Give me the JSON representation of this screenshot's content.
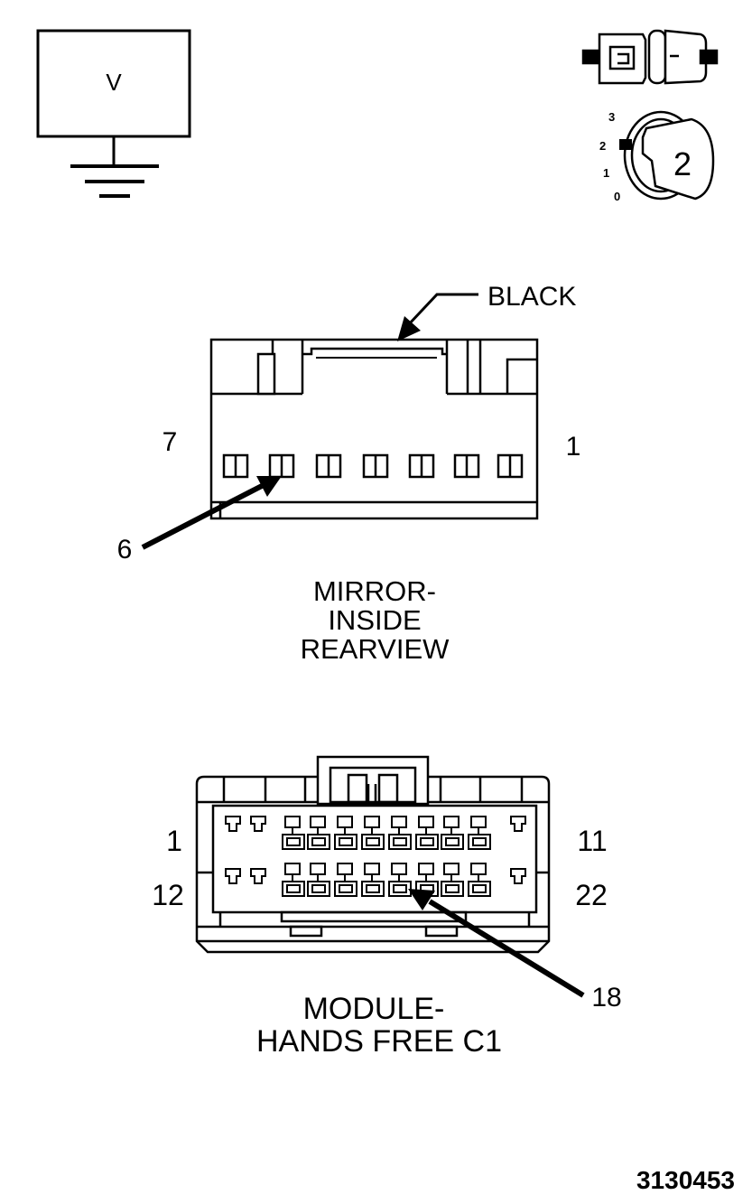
{
  "voltmeter": {
    "symbol": "V"
  },
  "ignition": {
    "positions": [
      "3",
      "2",
      "1",
      "0"
    ],
    "key_position": "2"
  },
  "mirror_connector": {
    "color_label": "BLACK",
    "pin_left": "7",
    "pin_right": "1",
    "callout_pin": "6",
    "title_lines": [
      "MIRROR-",
      "INSIDE",
      "REARVIEW"
    ]
  },
  "module_connector": {
    "pin_top_left": "1",
    "pin_top_right": "11",
    "pin_bottom_left": "12",
    "pin_bottom_right": "22",
    "callout_pin": "18",
    "title_lines": [
      "MODULE-",
      "HANDS FREE C1"
    ]
  },
  "figure_number": "3130453"
}
